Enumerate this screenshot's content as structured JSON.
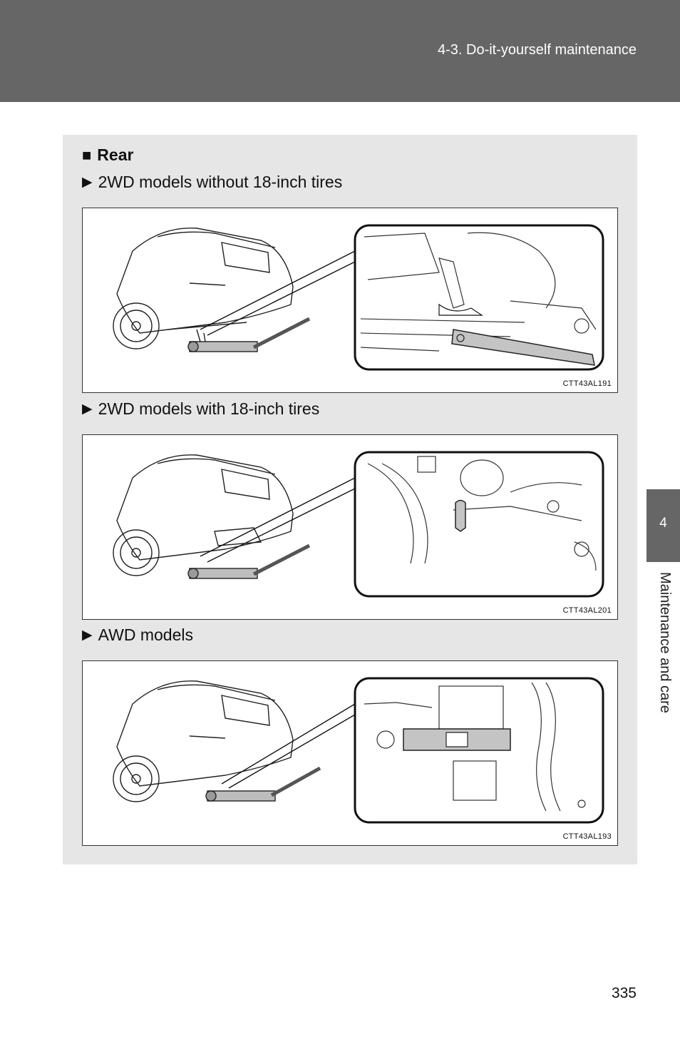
{
  "header": {
    "section": "4-3. Do-it-yourself maintenance"
  },
  "side_tab": {
    "number": "4",
    "label": "Maintenance and care"
  },
  "content": {
    "heading_marker": "■",
    "heading": "Rear",
    "bullet": "▶",
    "figures": [
      {
        "title": "2WD models without 18-inch tires",
        "code": "CTT43AL191"
      },
      {
        "title": "2WD models with 18-inch tires",
        "code": "CTT43AL201"
      },
      {
        "title": "AWD models",
        "code": "CTT43AL193"
      }
    ]
  },
  "page_number": "335"
}
